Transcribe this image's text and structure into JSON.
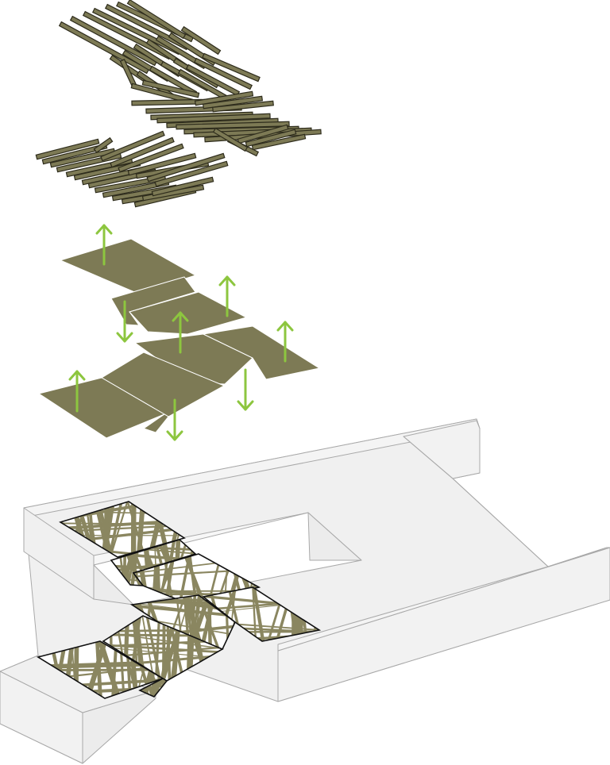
{
  "diagram": {
    "type": "exploded-axonometric",
    "layers": [
      {
        "id": "slats",
        "description_visible": false
      },
      {
        "id": "panels",
        "description_visible": false
      },
      {
        "id": "base",
        "description_visible": false
      }
    ],
    "colors": {
      "panel": "#7d7a55",
      "slat": "#7d7a55",
      "slat_edge": "#2e2c1c",
      "arrow": "#8dc63f",
      "base_fill": "#f0f0f0",
      "base_stroke": "#a9a9a9",
      "lattice_bg": "#ffffff",
      "lattice": "#8a8660"
    },
    "arrows": [
      {
        "direction": "up"
      },
      {
        "direction": "down"
      },
      {
        "direction": "up"
      },
      {
        "direction": "up"
      },
      {
        "direction": "up"
      },
      {
        "direction": "up"
      },
      {
        "direction": "down"
      },
      {
        "direction": "down"
      }
    ]
  }
}
